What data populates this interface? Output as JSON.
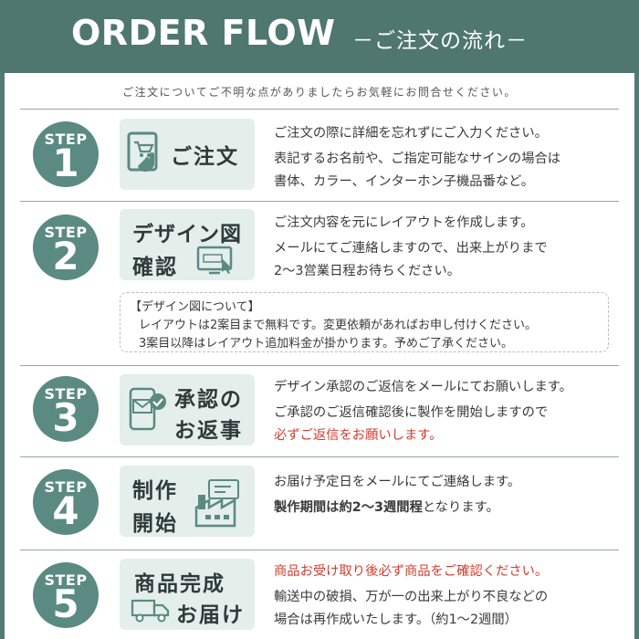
{
  "header": {
    "title": "ORDER FLOW",
    "subtitle": "－ご注文の流れ－"
  },
  "intro": "ご注文についてご不明な点がありましたらお気軽にお問合せください。",
  "colors": {
    "primary": "#4f7770",
    "circle": "#5a8a82",
    "box_bg": "#e4eeeb",
    "accent_red": "#d23b2f"
  },
  "steps": [
    {
      "label": "STEP",
      "number": "1",
      "box_title": [
        "ご注文"
      ],
      "icon": "tablet-cart-icon",
      "desc": [
        "ご注文の際に詳細を忘れずにご入力ください。",
        "表記するお名前や、ご指定可能なサインの場合は",
        "書体、カラー、インターホン子機品番など。"
      ]
    },
    {
      "label": "STEP",
      "number": "2",
      "box_title": [
        "デザイン図",
        "確認"
      ],
      "icon": "monitor-cursor-icon",
      "desc": [
        "ご注文内容を元にレイアウトを作成します。",
        "メールにてご連絡しますので、出来上がりまで",
        "2～3営業日程お待ちください。"
      ]
    },
    {
      "label": "STEP",
      "number": "3",
      "box_title": [
        "承認の",
        "お返事"
      ],
      "icon": "phone-mail-check-icon",
      "desc": [
        "デザイン承認のご返信をメールにてお願いします。",
        "ご承認のご返信確認後に製作を開始しますので",
        "必ずご返信をお願いします。"
      ]
    },
    {
      "label": "STEP",
      "number": "4",
      "box_title": [
        "制作",
        "開始"
      ],
      "icon": "factory-icon",
      "desc": [
        "お届け予定日をメールにてご連絡します。",
        "製作期間は約2～3週間程となります。"
      ],
      "desc_bold": "製作期間は約2～3週間程",
      "desc_rest": "となります。"
    },
    {
      "label": "STEP",
      "number": "5",
      "box_title": [
        "商品完成",
        "お届け"
      ],
      "icon": "delivery-truck-icon",
      "desc": [
        "商品お受け取り後必ず商品をご確認ください。",
        "輸送中の破損、万が一の出来上がり不良などの",
        "場合は再作成いたします。（約1～2週間）"
      ]
    }
  ],
  "note": {
    "title": "【デザイン図について】",
    "lines": [
      "レイアウトは2案目まで無料です。変更依頼があればお申し付けください。",
      "3案目以降はレイアウト追加料金が掛かります。予めご了承ください。"
    ]
  }
}
